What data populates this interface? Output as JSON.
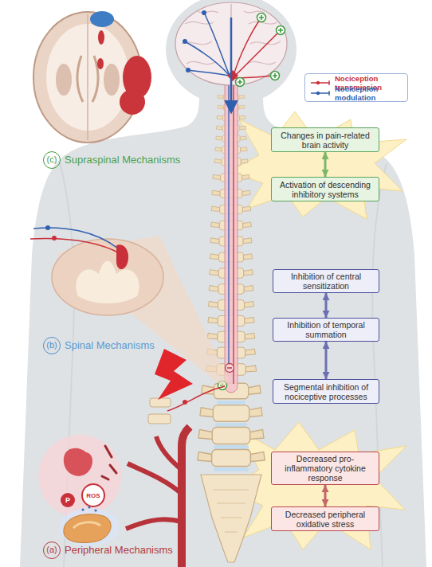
{
  "diagram": {
    "nodes": [
      {
        "text": [
          "Changes in pain-related brain activity"
        ]
      },
      {
        "text": [
          "Activation of descending inhibitory systems"
        ]
      },
      {
        "text": [
          "Inhibition of central sensitization"
        ]
      },
      {
        "text": [
          "Inhibition of temporal summation"
        ]
      },
      {
        "text": [
          "Segmental inhibition of nociceptive processes"
        ]
      },
      {
        "text": [
          "Decreased pro-inflammatory cytokine response"
        ]
      },
      {
        "text": [
          "Decreased peripheral oxidative stress"
        ]
      }
    ],
    "edges": [
      {
        "from": 0,
        "to": 1,
        "arrow": "both"
      },
      {
        "from": 2,
        "to": 3,
        "arrow": "both"
      },
      {
        "from": 3,
        "to": 4,
        "arrow": "both"
      },
      {
        "from": 5,
        "to": 6,
        "arrow": "both"
      }
    ],
    "labels": [
      "(c)",
      "Supraspinal Mechanisms",
      "(b)",
      "Spinal Mechanisms",
      "(a)",
      "Peripheral Mechanisms",
      "ROS",
      "P"
    ],
    "legend": [
      {
        "text": "Nociception transmission"
      },
      {
        "text": "Nociception modulation"
      }
    ]
  }
}
